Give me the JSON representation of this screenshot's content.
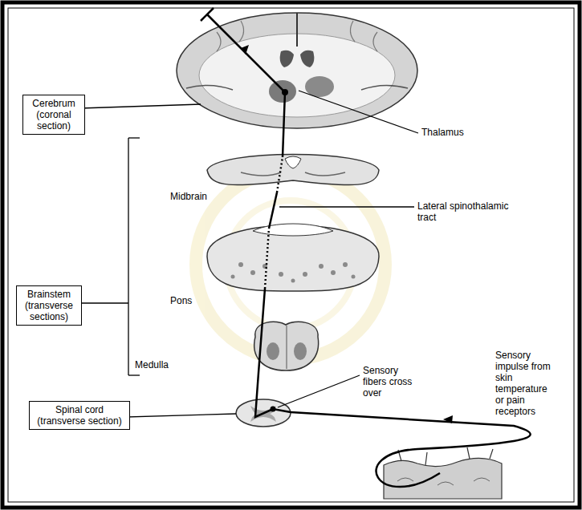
{
  "diagram": {
    "nodes": [
      {
        "text": [
          "Cerebrum (coronal section)"
        ]
      },
      {
        "text": [
          "Brainstem (transverse sections)"
        ]
      },
      {
        "text": [
          "Spinal cord (transverse section)"
        ]
      }
    ],
    "labels": [
      "Thalamus",
      "Midbrain",
      "Lateral spinothalamic tract",
      "Pons",
      "Medulla",
      "Sensory fibers cross over",
      "Sensory impulse from skin temperature or pain receptors"
    ]
  }
}
